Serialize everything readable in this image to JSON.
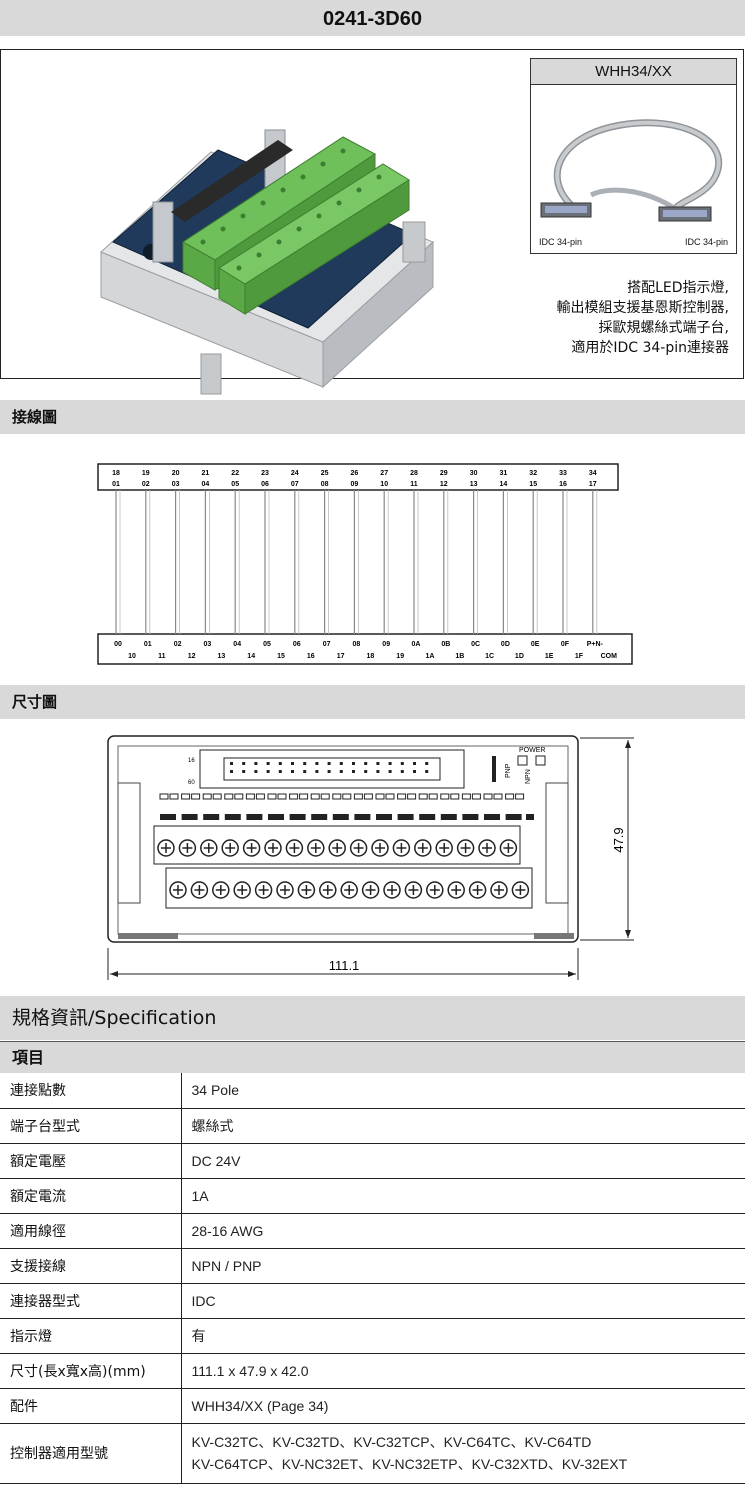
{
  "title": "0241-3D60",
  "cable": {
    "title": "WHH34/XX",
    "left_label": "IDC 34-pin",
    "right_label": "IDC 34-pin"
  },
  "description": [
    "搭配LED指示燈,",
    "輸出模組支援基恩斯控制器,",
    "採歐規螺絲式端子台,",
    "適用於IDC 34-pin連接器"
  ],
  "sections": {
    "wiring": "接線圖",
    "dimensions": "尺寸圖",
    "spec": "規格資訊/Specification",
    "item": "項目"
  },
  "wiring_diagram": {
    "top_upper": [
      "18",
      "19",
      "20",
      "21",
      "22",
      "23",
      "24",
      "25",
      "26",
      "27",
      "28",
      "29",
      "30",
      "31",
      "32",
      "33",
      "34"
    ],
    "top_lower": [
      "01",
      "02",
      "03",
      "04",
      "05",
      "06",
      "07",
      "08",
      "09",
      "10",
      "11",
      "12",
      "13",
      "14",
      "15",
      "16",
      "17"
    ],
    "bottom_upper": [
      "00",
      "01",
      "02",
      "03",
      "04",
      "05",
      "06",
      "07",
      "08",
      "09",
      "0A",
      "0B",
      "0C",
      "0D",
      "0E",
      "0F",
      "P+N-"
    ],
    "bottom_lower": [
      "10",
      "11",
      "12",
      "13",
      "14",
      "15",
      "16",
      "17",
      "18",
      "19",
      "1A",
      "1B",
      "1C",
      "1D",
      "1E",
      "1F",
      "COM"
    ]
  },
  "dimension_drawing": {
    "width_label": "111.1",
    "height_label": "47.9",
    "power_label": "POWER",
    "pnp_label": "PNP",
    "npn_label": "NPN"
  },
  "specs": [
    {
      "key": "連接點數",
      "value": "34 Pole"
    },
    {
      "key": "端子台型式",
      "value": "螺絲式"
    },
    {
      "key": "額定電壓",
      "value": "DC 24V"
    },
    {
      "key": "額定電流",
      "value": "1A"
    },
    {
      "key": "適用線徑",
      "value": "28-16 AWG"
    },
    {
      "key": "支援接線",
      "value": "NPN / PNP"
    },
    {
      "key": "連接器型式",
      "value": "IDC"
    },
    {
      "key": "指示燈",
      "value": "有"
    },
    {
      "key": "尺寸(長x寬x高)(mm)",
      "value": "111.1 x 47.9 x 42.0"
    },
    {
      "key": "配件",
      "value": "WHH34/XX (Page 34)"
    },
    {
      "key": "控制器適用型號",
      "value": "KV-C32TC、KV-C32TD、KV-C32TCP、KV-C64TC、KV-C64TD",
      "value2": "KV-C64TCP、KV-NC32ET、KV-NC32ETP、KV-C32XTD、KV-32EXT"
    }
  ]
}
